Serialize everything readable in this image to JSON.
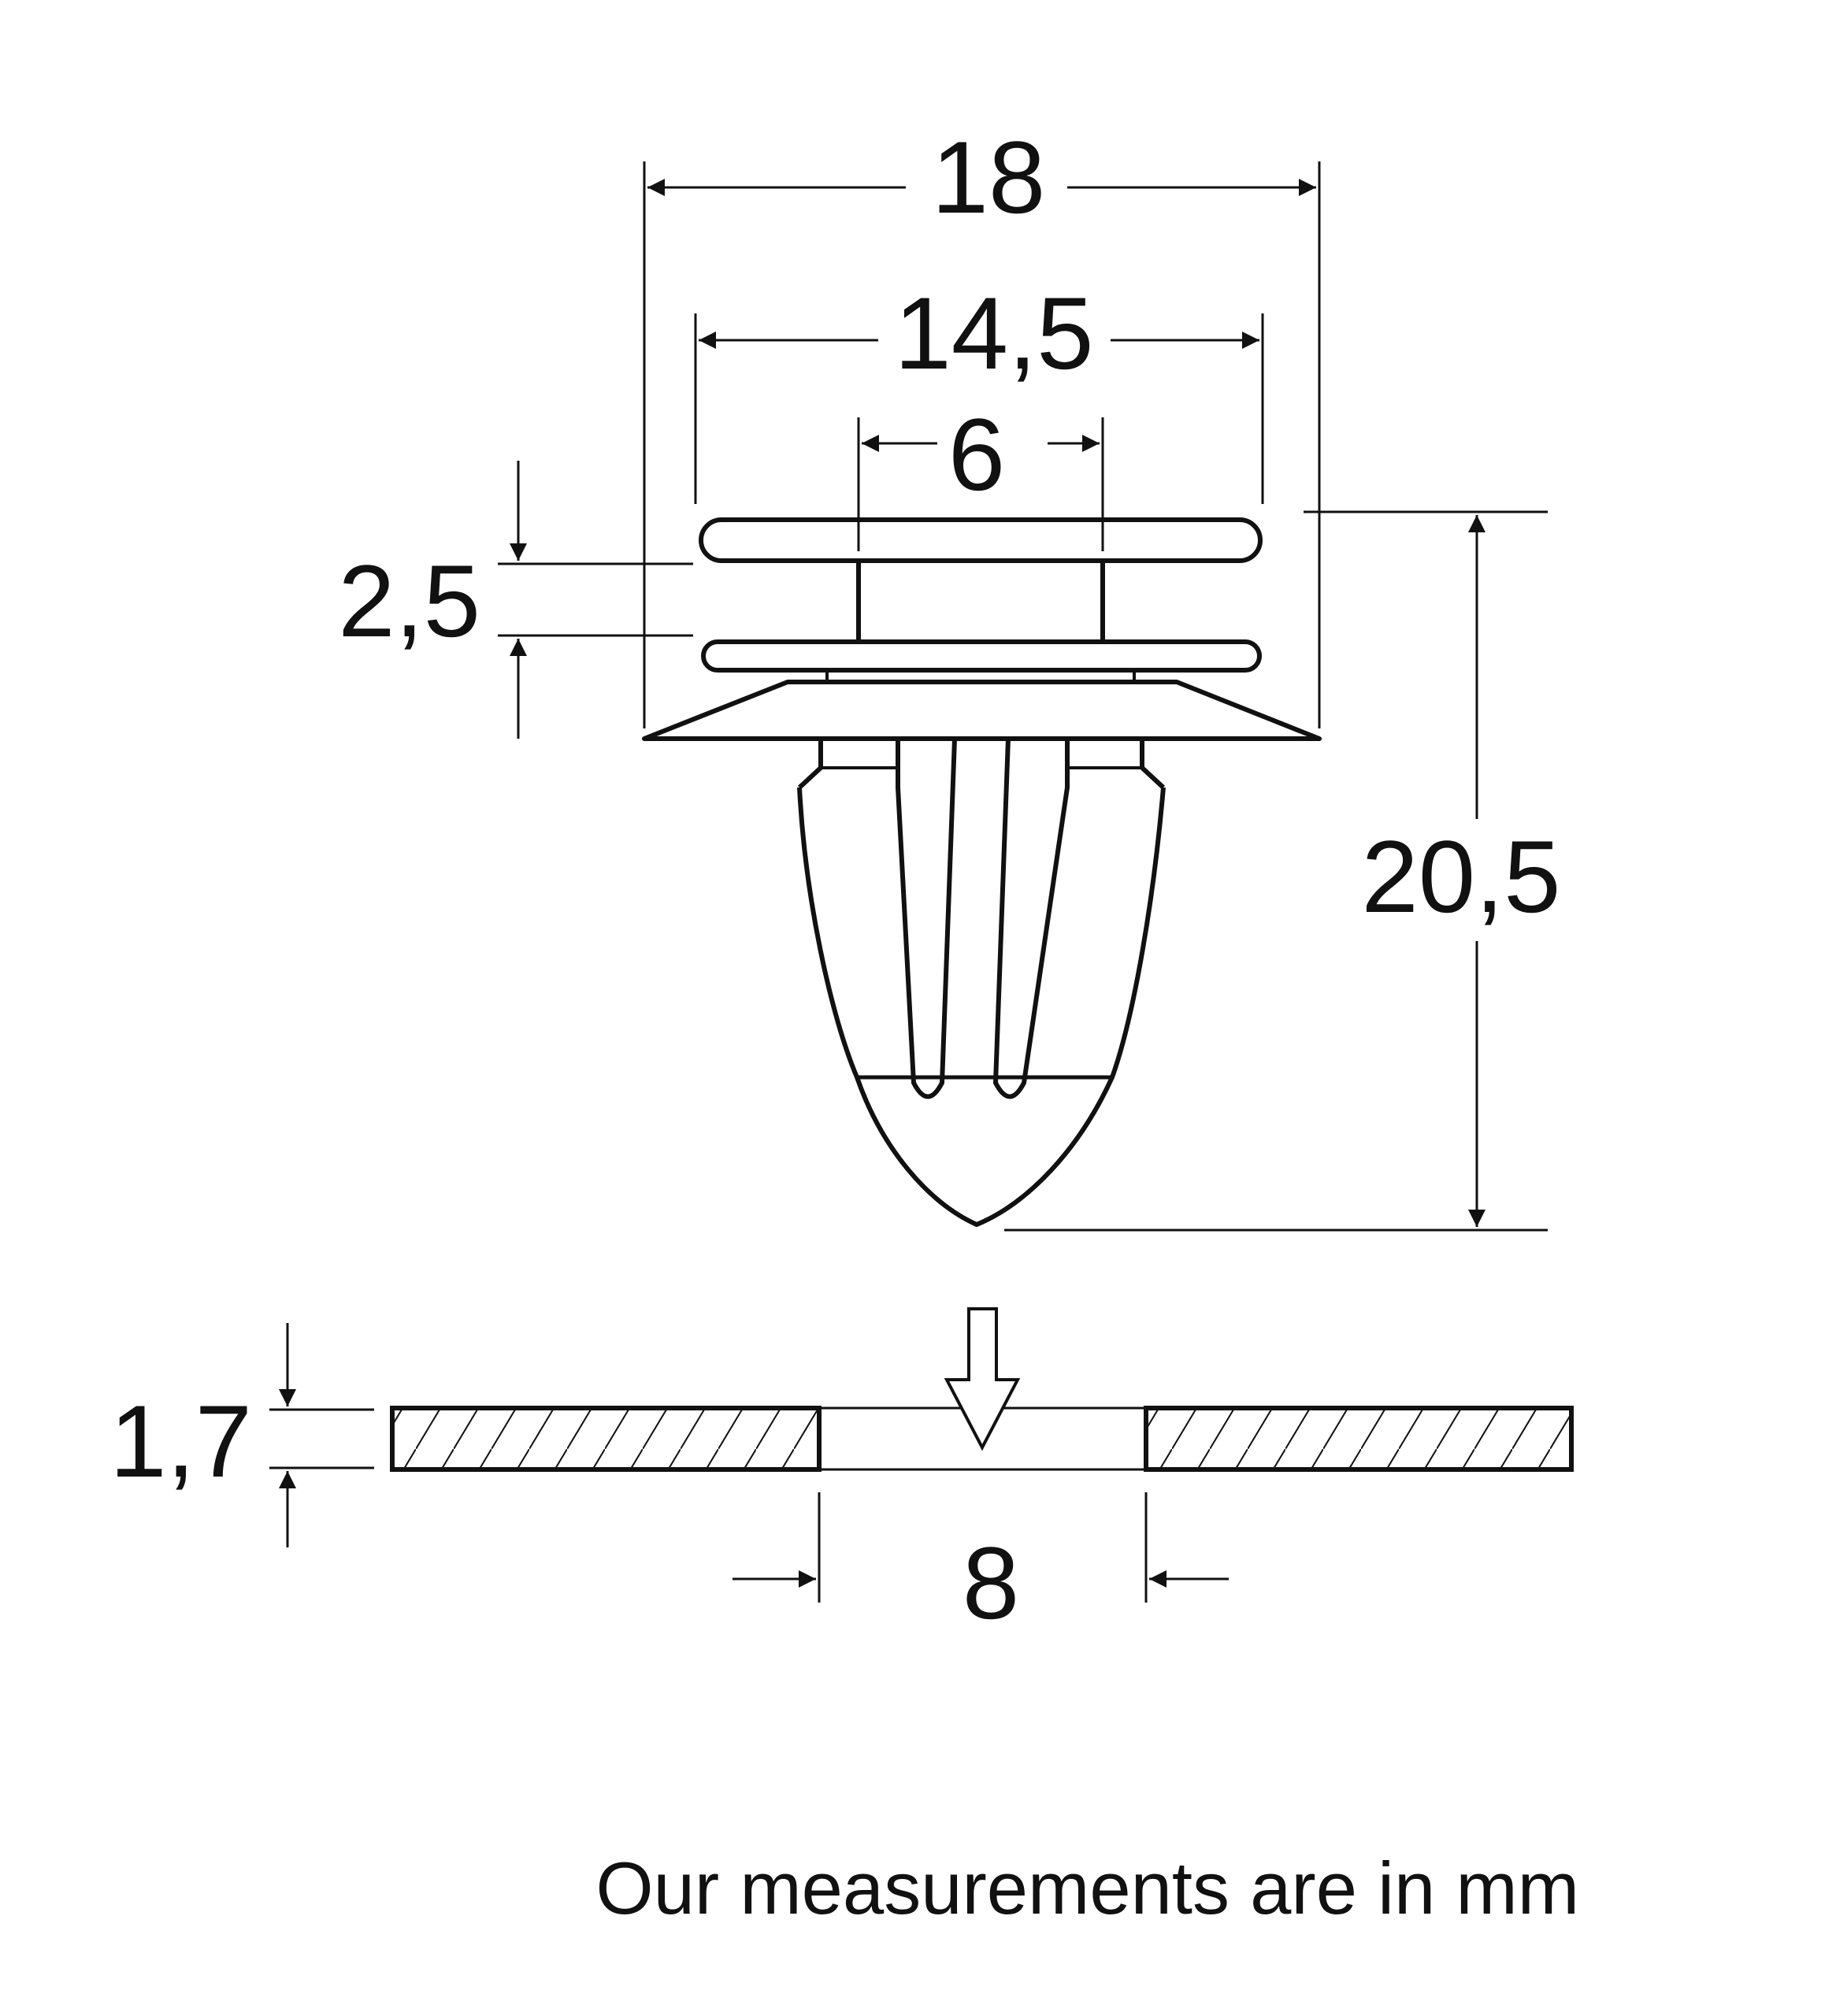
{
  "dimensions": {
    "overall_width": "18",
    "flange_width": "14,5",
    "stem_width": "6",
    "flange_gap": "2,5",
    "total_height": "20,5",
    "panel_thickness": "1,7",
    "hole_diameter": "8"
  },
  "footer": {
    "note": "Our measurements are in mm"
  },
  "colors": {
    "ink": "#111111",
    "background": "#ffffff"
  }
}
